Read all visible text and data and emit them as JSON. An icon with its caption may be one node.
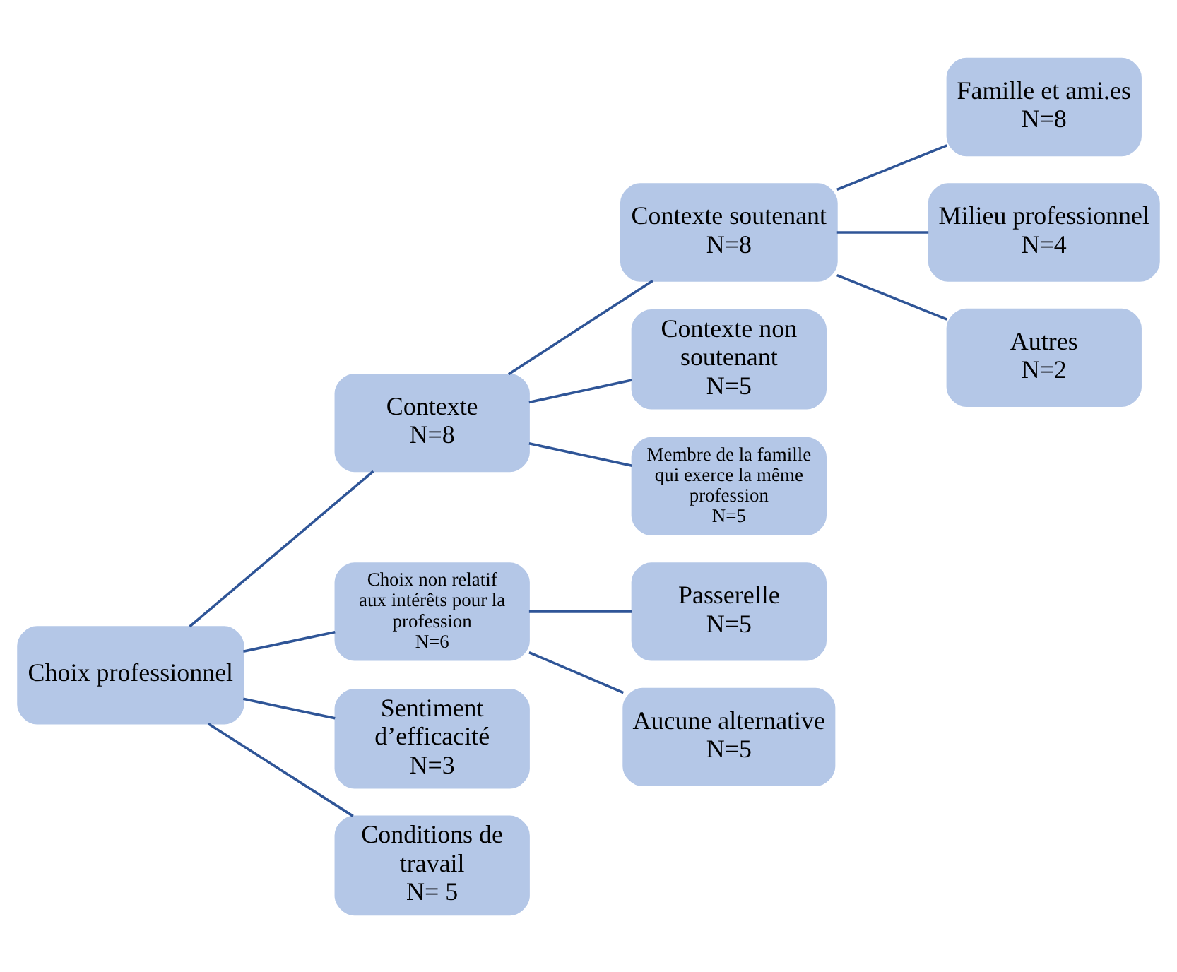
{
  "diagram": {
    "nodes": [
      {
        "text": [
          "Choix professionnel"
        ]
      },
      {
        "text": [
          "Contexte",
          "N=8"
        ]
      },
      {
        "text": [
          "Choix non relatif aux intérêts pour la profession",
          "N=6"
        ]
      },
      {
        "text": [
          "Sentiment d’efficacité",
          "N=3"
        ]
      },
      {
        "text": [
          "Conditions de travail",
          "N= 5"
        ]
      },
      {
        "text": [
          "Contexte soutenant",
          "N=8"
        ]
      },
      {
        "text": [
          "Contexte non soutenant",
          "N=5"
        ]
      },
      {
        "text": [
          "Membre de la famille qui exerce la même profession",
          "N=5"
        ]
      },
      {
        "text": [
          "Passerelle",
          "N=5"
        ]
      },
      {
        "text": [
          "Aucune alternative",
          "N=5"
        ]
      },
      {
        "text": [
          "Famille et ami.es",
          "N=8"
        ]
      },
      {
        "text": [
          "Milieu professionnel",
          "N=4"
        ]
      },
      {
        "text": [
          "Autres",
          "N=2"
        ]
      }
    ],
    "edges": [
      {
        "from": 0,
        "to": 1,
        "arrow": "none"
      },
      {
        "from": 0,
        "to": 2,
        "arrow": "none"
      },
      {
        "from": 0,
        "to": 3,
        "arrow": "none"
      },
      {
        "from": 0,
        "to": 4,
        "arrow": "none"
      },
      {
        "from": 1,
        "to": 5,
        "arrow": "none"
      },
      {
        "from": 1,
        "to": 6,
        "arrow": "none"
      },
      {
        "from": 1,
        "to": 7,
        "arrow": "none"
      },
      {
        "from": 2,
        "to": 8,
        "arrow": "none"
      },
      {
        "from": 2,
        "to": 9,
        "arrow": "none"
      },
      {
        "from": 5,
        "to": 10,
        "arrow": "none"
      },
      {
        "from": 5,
        "to": 11,
        "arrow": "none"
      },
      {
        "from": 5,
        "to": 12,
        "arrow": "none"
      }
    ]
  }
}
